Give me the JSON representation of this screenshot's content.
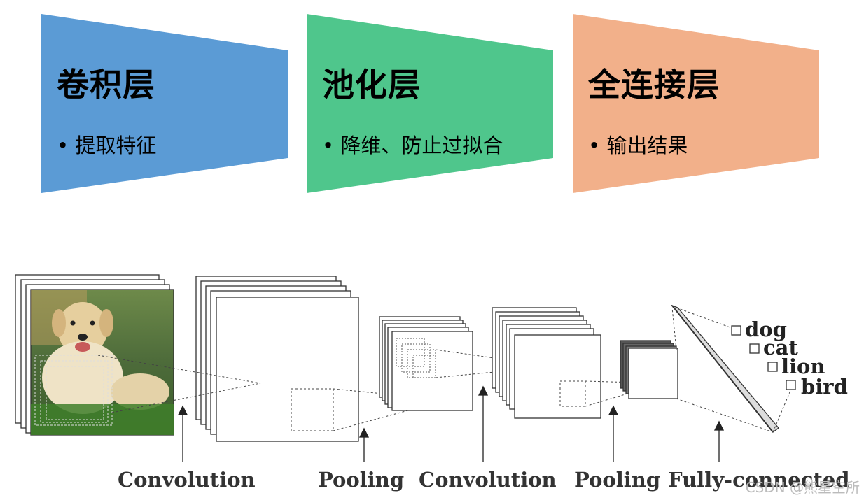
{
  "banners": [
    {
      "title": "卷积层",
      "bullet": "• 提取特征",
      "color": "#5b9bd5"
    },
    {
      "title": "池化层",
      "bullet": "• 降维、防止过拟合",
      "color": "#4fc68c"
    },
    {
      "title": "全连接层",
      "bullet": "• 输出结果",
      "color": "#f2b08a"
    }
  ],
  "diagram": {
    "stage_labels": [
      "Convolution",
      "Pooling",
      "Convolution",
      "Pooling",
      "Fully-connected"
    ],
    "outputs": [
      "dog",
      "cat",
      "lion",
      "bird"
    ],
    "watermark": "CSDN @熊星空所"
  }
}
